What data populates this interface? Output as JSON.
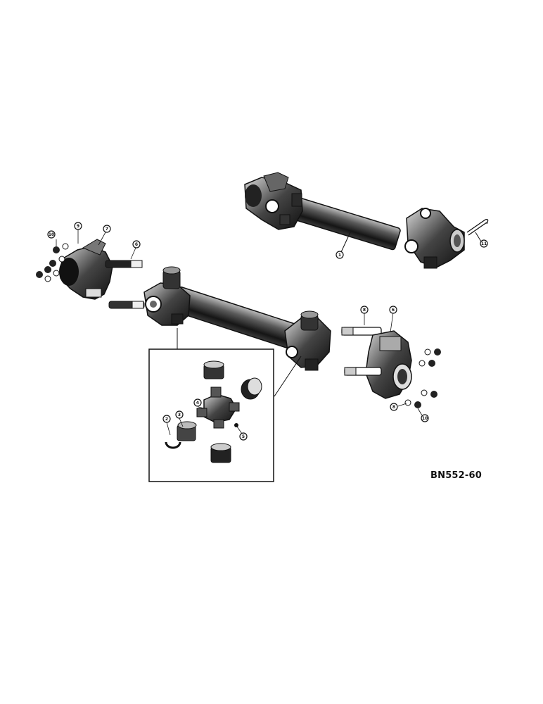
{
  "figure": {
    "code": "BN552-60"
  },
  "callouts": {
    "shaft_upper": "1",
    "upper_pin": "11",
    "left_nut": "10",
    "left_washer": "9",
    "left_yoke": "7",
    "left_bolt": "6",
    "right_bolt": "8",
    "right_yoke": "6",
    "right_washer": "8",
    "right_nut": "10",
    "inset_snap_ring": "2",
    "inset_bearing": "3",
    "inset_spider": "4",
    "inset_fitting": "5"
  },
  "colors": {
    "ink": "#111111",
    "paper": "#ffffff"
  }
}
